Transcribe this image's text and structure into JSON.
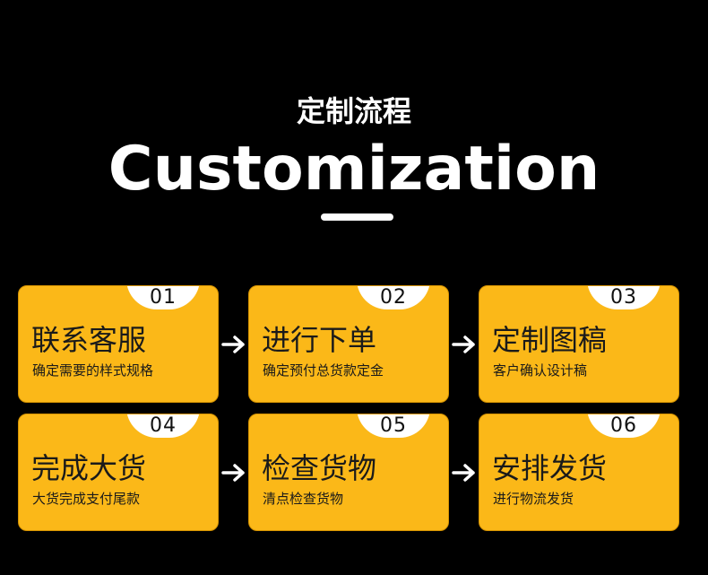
{
  "header": {
    "subtitle": "定制流程",
    "title": "Customization"
  },
  "colors": {
    "background": "#000000",
    "card": "#fbb818",
    "text": "#ffffff",
    "card_text": "#1a1a1a"
  },
  "steps": [
    {
      "num": "01",
      "name": "联系客服",
      "desc": "确定需要的样式规格"
    },
    {
      "num": "02",
      "name": "进行下单",
      "desc": "确定预付总货款定金"
    },
    {
      "num": "03",
      "name": "定制图稿",
      "desc": "客户确认设计稿"
    },
    {
      "num": "04",
      "name": "完成大货",
      "desc": "大货完成支付尾款"
    },
    {
      "num": "05",
      "name": "检查货物",
      "desc": "清点检查货物"
    },
    {
      "num": "06",
      "name": "安排发货",
      "desc": "进行物流发货"
    }
  ],
  "icons": {
    "arrow": "arrow-right-icon"
  }
}
